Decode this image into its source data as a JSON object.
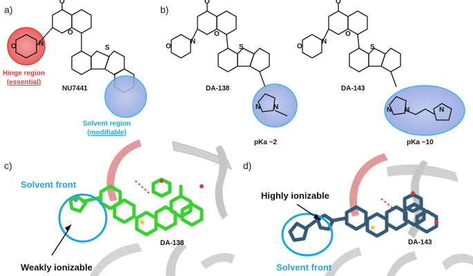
{
  "panels": {
    "a": "a)",
    "b": "b)",
    "c": "c)",
    "d": "d)"
  },
  "compounds": {
    "nu7441": "NU7441",
    "da138": "DA-138",
    "da143": "DA-143"
  },
  "atoms": {
    "O": "O",
    "N": "N",
    "S": "S"
  },
  "panel_a": {
    "hinge_line1": "Hinge region",
    "hinge_line2": "(essential)",
    "solvent_line1": "Solvent region",
    "solvent_line2": "(modifiable)"
  },
  "panel_b": {
    "pka_da138": "pKa ~2",
    "pka_da143": "pKa ~10"
  },
  "panel_c": {
    "solvent_front": "Solvent front",
    "weakly": "Weakly ionizable",
    "label": "DA-138"
  },
  "panel_d": {
    "highly": "Highly ionizable",
    "solvent_front": "Solvent front",
    "label": "DA-143"
  },
  "colors": {
    "hinge_red": "#e63b3b",
    "solvent_blue": "#1aa7e0",
    "ligand_green": "#39d12f",
    "ligand_steel": "#355a78",
    "ribbon_pink": "#d98a8a",
    "ribbon_gray": "#c8c8c8"
  }
}
